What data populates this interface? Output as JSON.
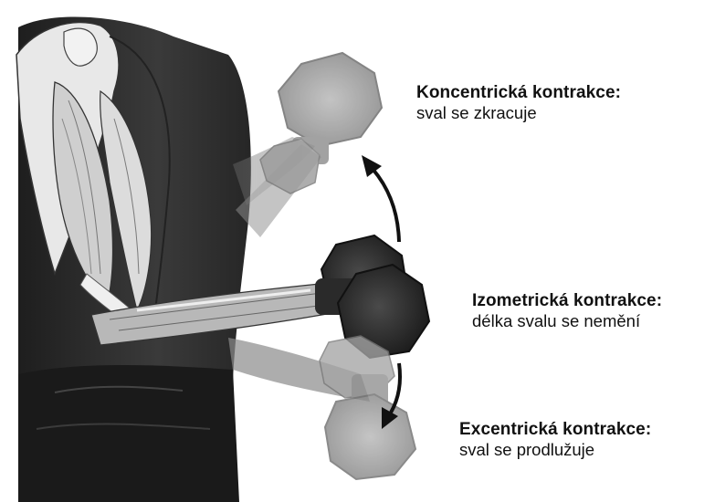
{
  "labels": {
    "concentric": {
      "title": "Koncentrická kontrakce:",
      "desc": "sval se zkracuje"
    },
    "isometric": {
      "title": "Izometrická kontrakce:",
      "desc": "délka svalu se nemění"
    },
    "eccentric": {
      "title": "Excentrická kontrakce:",
      "desc": "sval se prodlužuje"
    }
  },
  "colors": {
    "shirt": "#2b2b2b",
    "skin": "#8a8a8a",
    "muscle": "#d9d9d9",
    "dumbbell": "#3a3a3a",
    "faded": "#9a9a9a",
    "arrow": "#111111"
  }
}
